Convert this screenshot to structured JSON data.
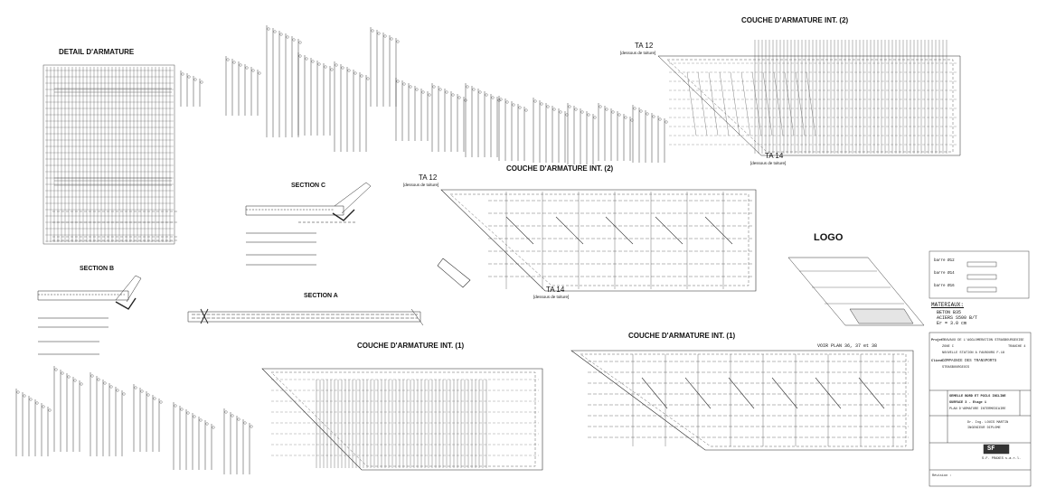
{
  "titles": {
    "detail": "DETAIL D'ARMATURE",
    "section_c": "SECTION C",
    "section_b": "SECTION B",
    "section_a": "SECTION A",
    "couche_int2_top": "COUCHE D'ARMATURE  INT. (2)",
    "couche_int2_mid": "COUCHE D'ARMATURE  INT. (2)",
    "couche_int1_left": "COUCHE D'ARMATURE  INT. (1)",
    "couche_int1_right": "COUCHE D'ARMATURE  INT. (1)",
    "logo": "LOGO"
  },
  "ta_labels": {
    "ta12_top": "TA 12",
    "ta12_top_sub": "[dessous de toiture]",
    "ta14_top": "TA 14",
    "ta14_top_sub": "[dessous de toiture]",
    "ta12_mid": "TA 12",
    "ta12_mid_sub": "[dessous de toiture]",
    "ta14_mid": "TA 14",
    "ta14_mid_sub": "[dessous de toiture]"
  },
  "legend": {
    "rows": [
      "barre Ø12",
      "barre Ø14",
      "barre Ø16"
    ]
  },
  "materials": {
    "heading": "MATERIAUX:",
    "lines": [
      "BETON B35",
      "ACIERS S500 B/T",
      "Er = 3.0 cm"
    ]
  },
  "note": "VOIR PLAN 36, 37 et 38",
  "title_block": {
    "projet_label": "Projet:",
    "projet_lines": [
      "TRAVAUX DE L'AGGLOMERATION STRASBOURGEOISE",
      "ZONE C",
      "NOUVELLE STATION A FAUBOURG F-18"
    ],
    "tranche": "TRANCHE 4",
    "client_label": "Client:",
    "client_lines": [
      "COMPAGNIE DES TRANSPORTS",
      "STRASBOURGEOIS"
    ],
    "object_lines": [
      "SEMELLE BORD ET POILS INCLINE",
      "SURFACE 3 - Etage 1",
      "PLAN D'ARMATURE INTERMEDIAIRE"
    ],
    "engineer_lines": [
      "Dr. Ing. LOUIS MARTIN",
      "INGENIEUR DIPLOME"
    ],
    "firm_short": "SF",
    "firm_name": "S.F. PRAXES s.a.r.l.",
    "footer_label": "Révision :"
  }
}
